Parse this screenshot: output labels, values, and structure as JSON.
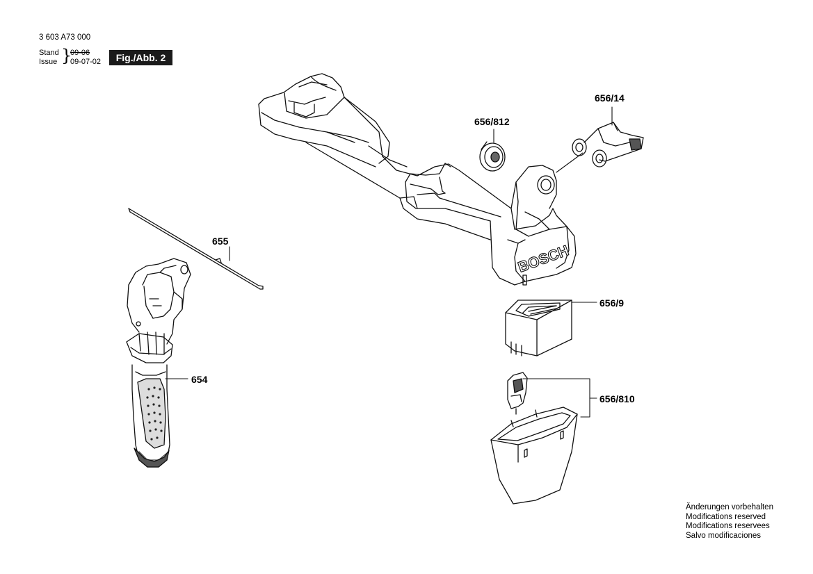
{
  "header": {
    "doc_number": "3 603 A73 000",
    "stand_label": "Stand",
    "issue_label": "Issue",
    "stand_date": "09-06",
    "issue_date": "09-07-02",
    "figure_label": "Fig./Abb. 2"
  },
  "parts": {
    "p656_14": "656/14",
    "p656_812": "656/812",
    "p655": "655",
    "p654": "654",
    "p656_9": "656/9",
    "p656_810": "656/810"
  },
  "logo_text": "BOSCH",
  "notes": [
    "Änderungen vorbehalten",
    "Modifications reserved",
    "Modifications reservees",
    "Salvo modificaciones"
  ]
}
